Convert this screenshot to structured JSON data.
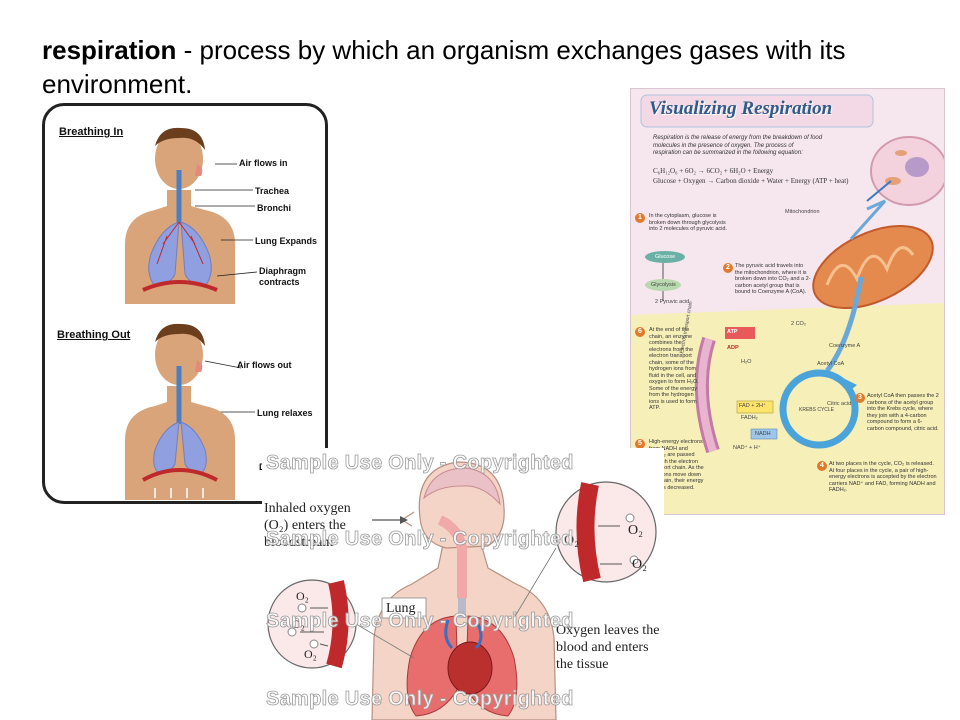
{
  "title": {
    "term": "respiration",
    "definition": " - process by which an organism exchanges gases with its environment."
  },
  "breathing": {
    "in_heading": "Breathing In",
    "in_labels": [
      "Air flows in",
      "Trachea",
      "Bronchi",
      "Lung Expands",
      "Diaphragm contracts"
    ],
    "out_heading": "Breathing Out",
    "out_labels": [
      "Air flows out",
      "Lung relaxes",
      "D"
    ]
  },
  "poster": {
    "title": "Visualizing Respiration",
    "intro": "Respiration is the release of energy from the breakdown of food molecules in the presence of oxygen. The process of respiration can be summarized in the following equation:",
    "equation_1": "C₆H₁₂O₆ + 6O₂ → 6CO₂ + 6H₂O + Energy",
    "equation_2": "Glucose + Oxygen → Carbon dioxide + Water + Energy (ATP + heat)",
    "step1": "In the cytoplasm, glucose is broken down through glycolysis into 2 molecules of pyruvic acid.",
    "step2": "The pyruvic acid travels into the mitochondrion, where it is broken down into CO₂ and a 2-carbon acetyl group that is bound to Coenzyme A (CoA).",
    "step3": "Acetyl CoA then passes the 2 carbons of the acetyl group into the Krebs cycle, where they join with a 4-carbon compound to form a 6-carbon compound, citric acid.",
    "step4": "At two places in the cycle, CO₂ is released. At four places in the cycle, a pair of high-energy electrons is accepted by the electron carriers NAD⁺ and FAD, forming NADH and FADH₂.",
    "step5": "High-energy electrons from NADH and FADH₂ are passed through the electron transport chain. As the electrons move down the chain, their energy level is decreased.",
    "step6": "At the end of the chain, an enzyme combines the electrons from the electron transport chain, some of the hydrogen ions from fluid in the cell, and oxygen to form H₂O. Some of the energy from the hydrogen ions is used to form ATP.",
    "labels": {
      "mitochondrion": "Mitochondrion",
      "glucose": "Glucose",
      "glycolysis": "Glycolysis",
      "pyruvic": "2 Pyruvic acid",
      "co2": "2 CO₂",
      "coenzyme": "Coenzyme A",
      "acetyl": "Acetyl CoA",
      "citric": "Citric acid",
      "krebs": "KREBS CYCLE",
      "atp": "ATP",
      "adp": "ADP",
      "fad": "FAD + 2H⁺",
      "fadh2": "FADH₂",
      "nadh": "NADH",
      "nad": "NAD⁺ + H⁺",
      "h2o": "H₂O",
      "etc": "Electron transport chain"
    }
  },
  "oxygen": {
    "inhaled": "Inhaled oxygen (O₂) enters the bloodstream",
    "lung": "Lung",
    "leaves": "Oxygen leaves the blood and enters the tissue",
    "o2": "O₂",
    "watermark": "Sample Use Only - Copyrighted"
  },
  "colors": {
    "poster_title": "#2f5a8a",
    "step_badge": "#e07a2d",
    "blood": "#c0292b",
    "skin": "#d9a47a",
    "lung": "#8f9fe0"
  }
}
